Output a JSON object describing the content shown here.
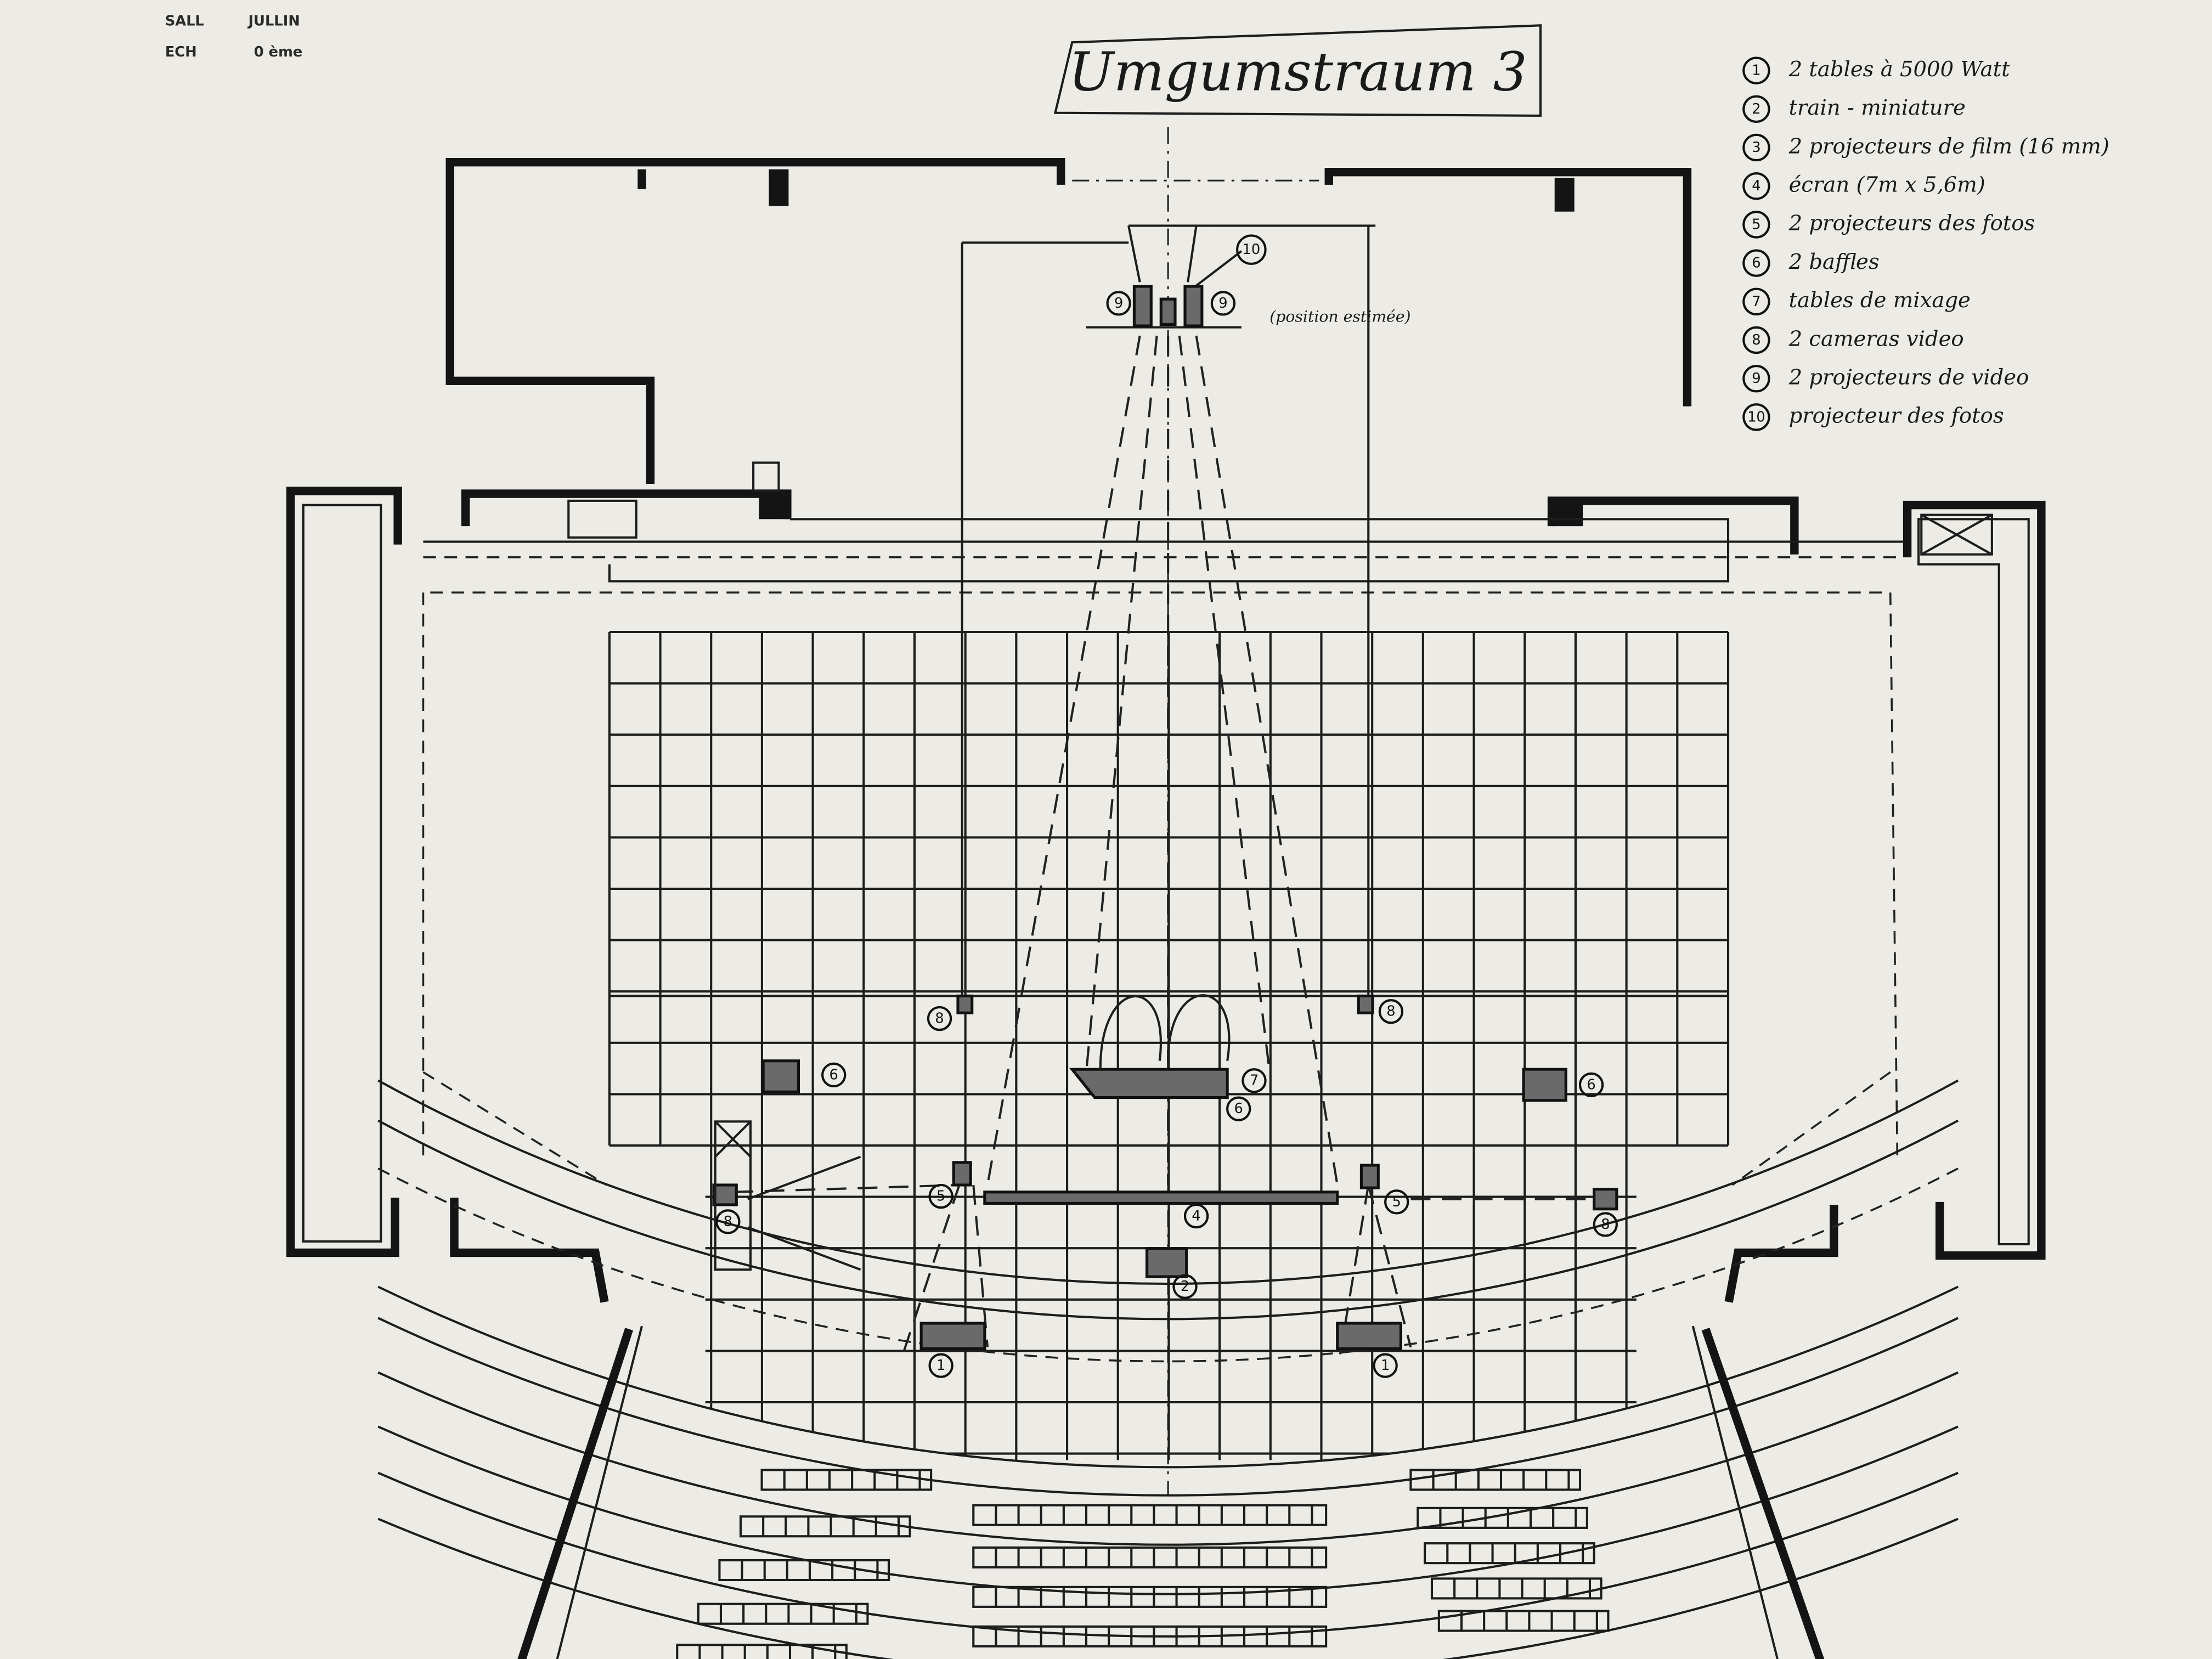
{
  "header": {
    "sall_label": "SALL",
    "sall_value": "JULLIN",
    "ech_label": "ECH",
    "ech_value": "0 ème"
  },
  "title": "Umgumstraum 3",
  "note": "(position estimée)",
  "legend": [
    {
      "num": "1",
      "text": "2 tables à 5000 Watt"
    },
    {
      "num": "2",
      "text": "train - miniature"
    },
    {
      "num": "3",
      "text": "2 projecteurs de film (16 mm)"
    },
    {
      "num": "4",
      "text": "écran (7m x 5,6m)"
    },
    {
      "num": "5",
      "text": "2 projecteurs des fotos"
    },
    {
      "num": "6",
      "text": "2 baffles"
    },
    {
      "num": "7",
      "text": "tables de mixage"
    },
    {
      "num": "8",
      "text": "2 cameras video"
    },
    {
      "num": "9",
      "text": "2 projecteurs de video"
    },
    {
      "num": "10",
      "text": "projecteur des fotos"
    }
  ],
  "markers": [
    {
      "num": "1"
    },
    {
      "num": "1"
    },
    {
      "num": "2"
    },
    {
      "num": "4"
    },
    {
      "num": "5"
    },
    {
      "num": "5"
    },
    {
      "num": "6"
    },
    {
      "num": "6"
    },
    {
      "num": "6"
    },
    {
      "num": "7"
    },
    {
      "num": "8"
    },
    {
      "num": "8"
    },
    {
      "num": "8"
    },
    {
      "num": "8"
    },
    {
      "num": "9"
    },
    {
      "num": "9"
    },
    {
      "num": "10"
    }
  ],
  "colors": {
    "paper": "#ecebe6",
    "ink": "#141414"
  }
}
